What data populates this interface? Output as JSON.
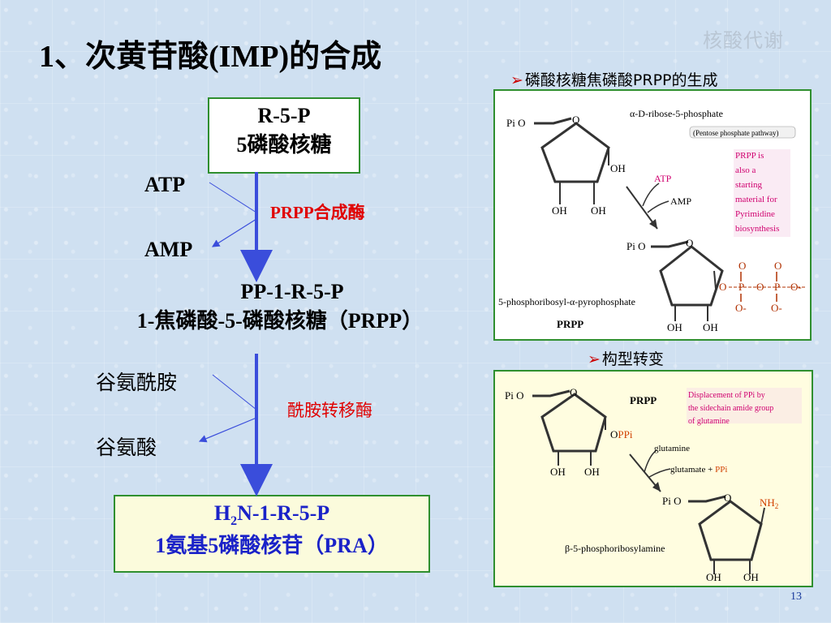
{
  "slide": {
    "title": "1、次黄苷酸(IMP)的合成",
    "corner_label": "核酸代谢",
    "page_number": "13"
  },
  "pathway": {
    "box1": {
      "line1": "R-5-P",
      "line2": "5磷酸核糖"
    },
    "atp": "ATP",
    "amp": "AMP",
    "enzyme1": "PRPP合成酶",
    "product1": {
      "line1": "PP-1-R-5-P",
      "line2": "1-焦磷酸-5-磷酸核糖（PRPP）"
    },
    "gln": "谷氨酰胺",
    "glu": "谷氨酸",
    "enzyme2": "酰胺转移酶",
    "box2": {
      "line1_pre": "H",
      "line1_sub": "2",
      "line1_post": "N-1-R-5-P",
      "line2": "1氨基5磷酸核苷（PRA）"
    }
  },
  "panel_top": {
    "heading": "磷酸核糖焦磷酸PRPP的生成",
    "heading_marker": "➢",
    "pi1": "Pi O",
    "o_ring1": "O",
    "oh": "OH",
    "alpha_name": "α-D-ribose-5-phosphate",
    "pathway_note": "(Pentose phosphate pathway)",
    "prpp_note": [
      "PRPP is",
      "also a",
      "starting",
      "material for",
      "Pyrimidine",
      "biosynthesis"
    ],
    "atp": "ATP",
    "amp": "AMP",
    "pi2": "Pi O",
    "o_ring2": "O",
    "o_link": "O",
    "p": "P",
    "o_minus": "O-",
    "product_name": "5-phosphoribosyl-α-pyrophosphate",
    "prpp": "PRPP"
  },
  "panel_bottom": {
    "heading": "构型转变",
    "heading_marker": "➢",
    "pi1": "Pi O",
    "o_ring1": "O",
    "oppi_o": "O",
    "oppi_ppi": "PPi",
    "oh": "OH",
    "prpp": "PRPP",
    "note": [
      "Displacement of PPi by",
      "the sidechain amide group",
      "of glutamine"
    ],
    "glutamine": "glutamine",
    "glutamate": "glutamate + ",
    "ppi": "PPi",
    "pi2": "Pi O",
    "o_ring2": "O",
    "nh2": "NH",
    "nh2_sub": "2",
    "product_name": "β-5-phosphoribosylamine"
  },
  "colors": {
    "background": "#cfe0f1",
    "arrow_blue": "#3a4ddb",
    "enzyme_red": "#e00000",
    "box_border": "#2f8f2f",
    "panel_yellow": "#fffde0",
    "note_pink": "#d0006f"
  }
}
